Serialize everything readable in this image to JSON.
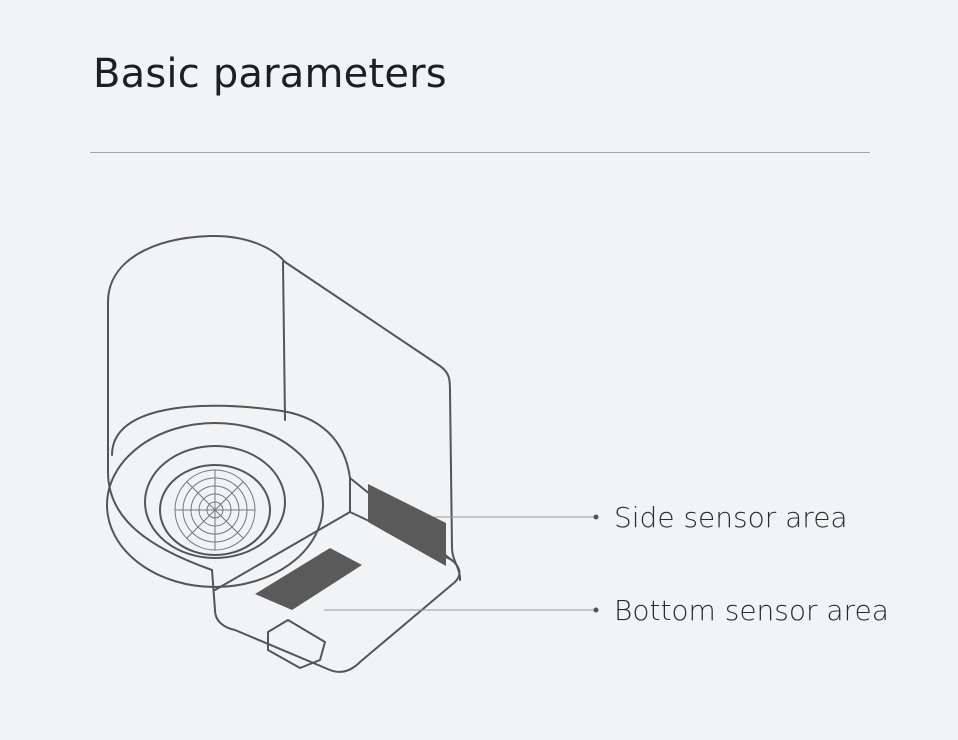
{
  "header": {
    "title": "Basic parameters"
  },
  "callouts": [
    {
      "label": "Side sensor area"
    },
    {
      "label": "Bottom sensor area"
    }
  ],
  "illustration": {
    "icon": "faucet-sensor-device-icon",
    "stroke_color": "#555555",
    "sensor_fill_color": "#5a5a5a",
    "background_color": "#f2f3f5"
  }
}
